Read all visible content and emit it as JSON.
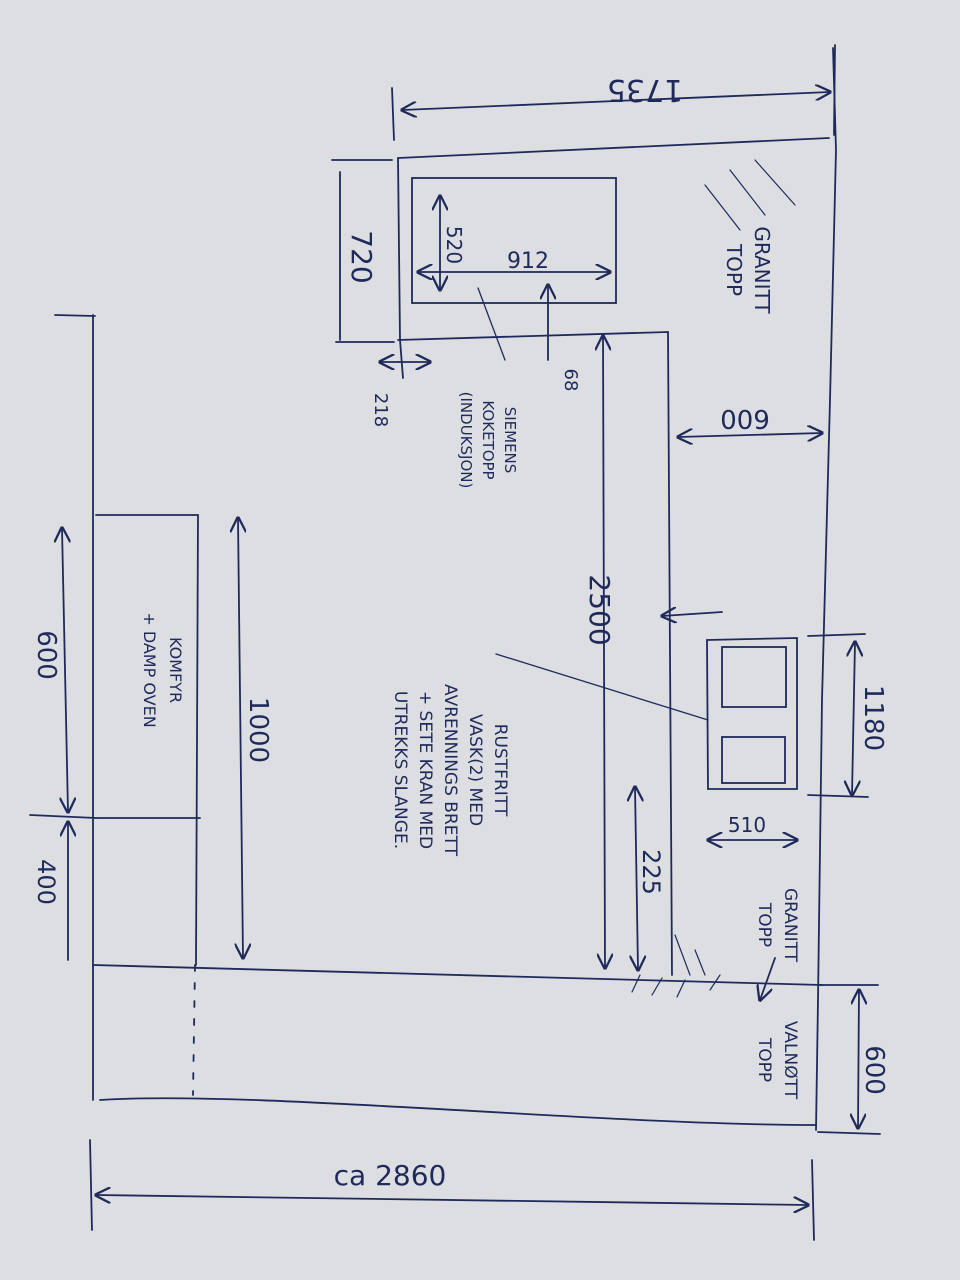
{
  "colors": {
    "paper": "#dcdee2",
    "ink": "#1f2a5a"
  },
  "dimensions": {
    "top_width": "1735",
    "hob_depth": "720",
    "hob_inner_depth": "520",
    "hob_width": "912",
    "hob_gap": "68",
    "wall_offset": "218",
    "counter_depth": "600",
    "island_length": "2500",
    "sink_length": "1180",
    "sink_width": "510",
    "sink_offset": "225",
    "right_depth": "600",
    "range_length": "1000",
    "left_600": "600",
    "left_400": "400",
    "overall_width": "ca 2860"
  },
  "labels": {
    "granitt_topp_1": [
      "GRANITT",
      "TOPP"
    ],
    "granitt_topp_2": [
      "GRANITT",
      "TOPP"
    ],
    "valnott_topp": [
      "VALNØTT",
      "TOPP"
    ],
    "siemens": [
      "SIEMENS",
      "KOKETOPP",
      "(INDUKSJON)"
    ],
    "rustfritt": [
      "RUSTFRITT",
      "VASK(2) MED",
      "AVRENNINGS BRETT",
      "+ SETE KRAN MED",
      "UTREKKS SLANGE."
    ],
    "komfyr": [
      "KOMFYR",
      "+ DAMP OVEN"
    ]
  }
}
